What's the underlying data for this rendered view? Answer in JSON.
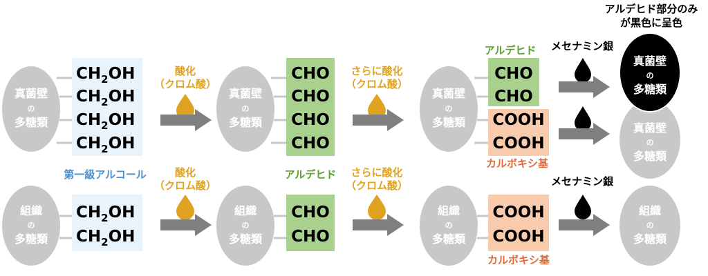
{
  "colors": {
    "ellipse_gray": "#c8c8c8",
    "ellipse_black": "#000000",
    "box_blue": "#e8f3fb",
    "box_green": "#a9d18e",
    "box_orange": "#f8cbad",
    "arrow_gray": "#7f7f7f",
    "drop_orange": "#e0a321",
    "drop_black": "#000000",
    "label_orange": "#e0a321",
    "label_green": "#5aa12b",
    "label_blue": "#4a90cf",
    "label_red": "#e0693a"
  },
  "icons": [
    "drop-icon",
    "arrow-icon"
  ],
  "labels": {
    "fungal_wall_line1": "真菌壁",
    "fungal_wall_line2": "の",
    "fungal_wall_line3": "多糖類",
    "tissue_line1": "組織",
    "tissue_line2": "の",
    "tissue_line3": "多糖類",
    "oxidation_line1": "酸化",
    "oxidation_line2": "（クロム酸）",
    "further_oxidation_line1": "さらに酸化",
    "further_oxidation_line2": "（クロム酸）",
    "methenamine_silver": "メセナミン銀",
    "aldehyde": "アルデヒド",
    "carboxyl": "カルボキシ基",
    "primary_alcohol": "第一級アルコール",
    "result_line1": "アルデヒド部分のみ",
    "result_line2": "が黒色に呈色"
  },
  "chem": {
    "alcohol_main": "CH",
    "alcohol_sub": "2",
    "alcohol_tail": "OH",
    "aldehyde": "CHO",
    "carboxyl": "COOH"
  }
}
